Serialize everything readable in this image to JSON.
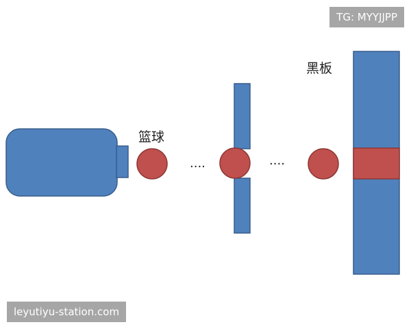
{
  "labels": {
    "ball": "篮球",
    "board": "黑板",
    "ellipsis_left": "....",
    "ellipsis_right": "...."
  },
  "watermarks": {
    "top_right": "TG: MYYJJPP",
    "bottom_left": "leyutiyu-station.com"
  },
  "colors": {
    "shape_blue": "#4f81bd",
    "shape_blue_border": "#385d8a",
    "ball_red": "#c0504d",
    "ball_red_border": "#8c3836",
    "badge_bg": "#969696",
    "badge_text": "#ffffff"
  }
}
